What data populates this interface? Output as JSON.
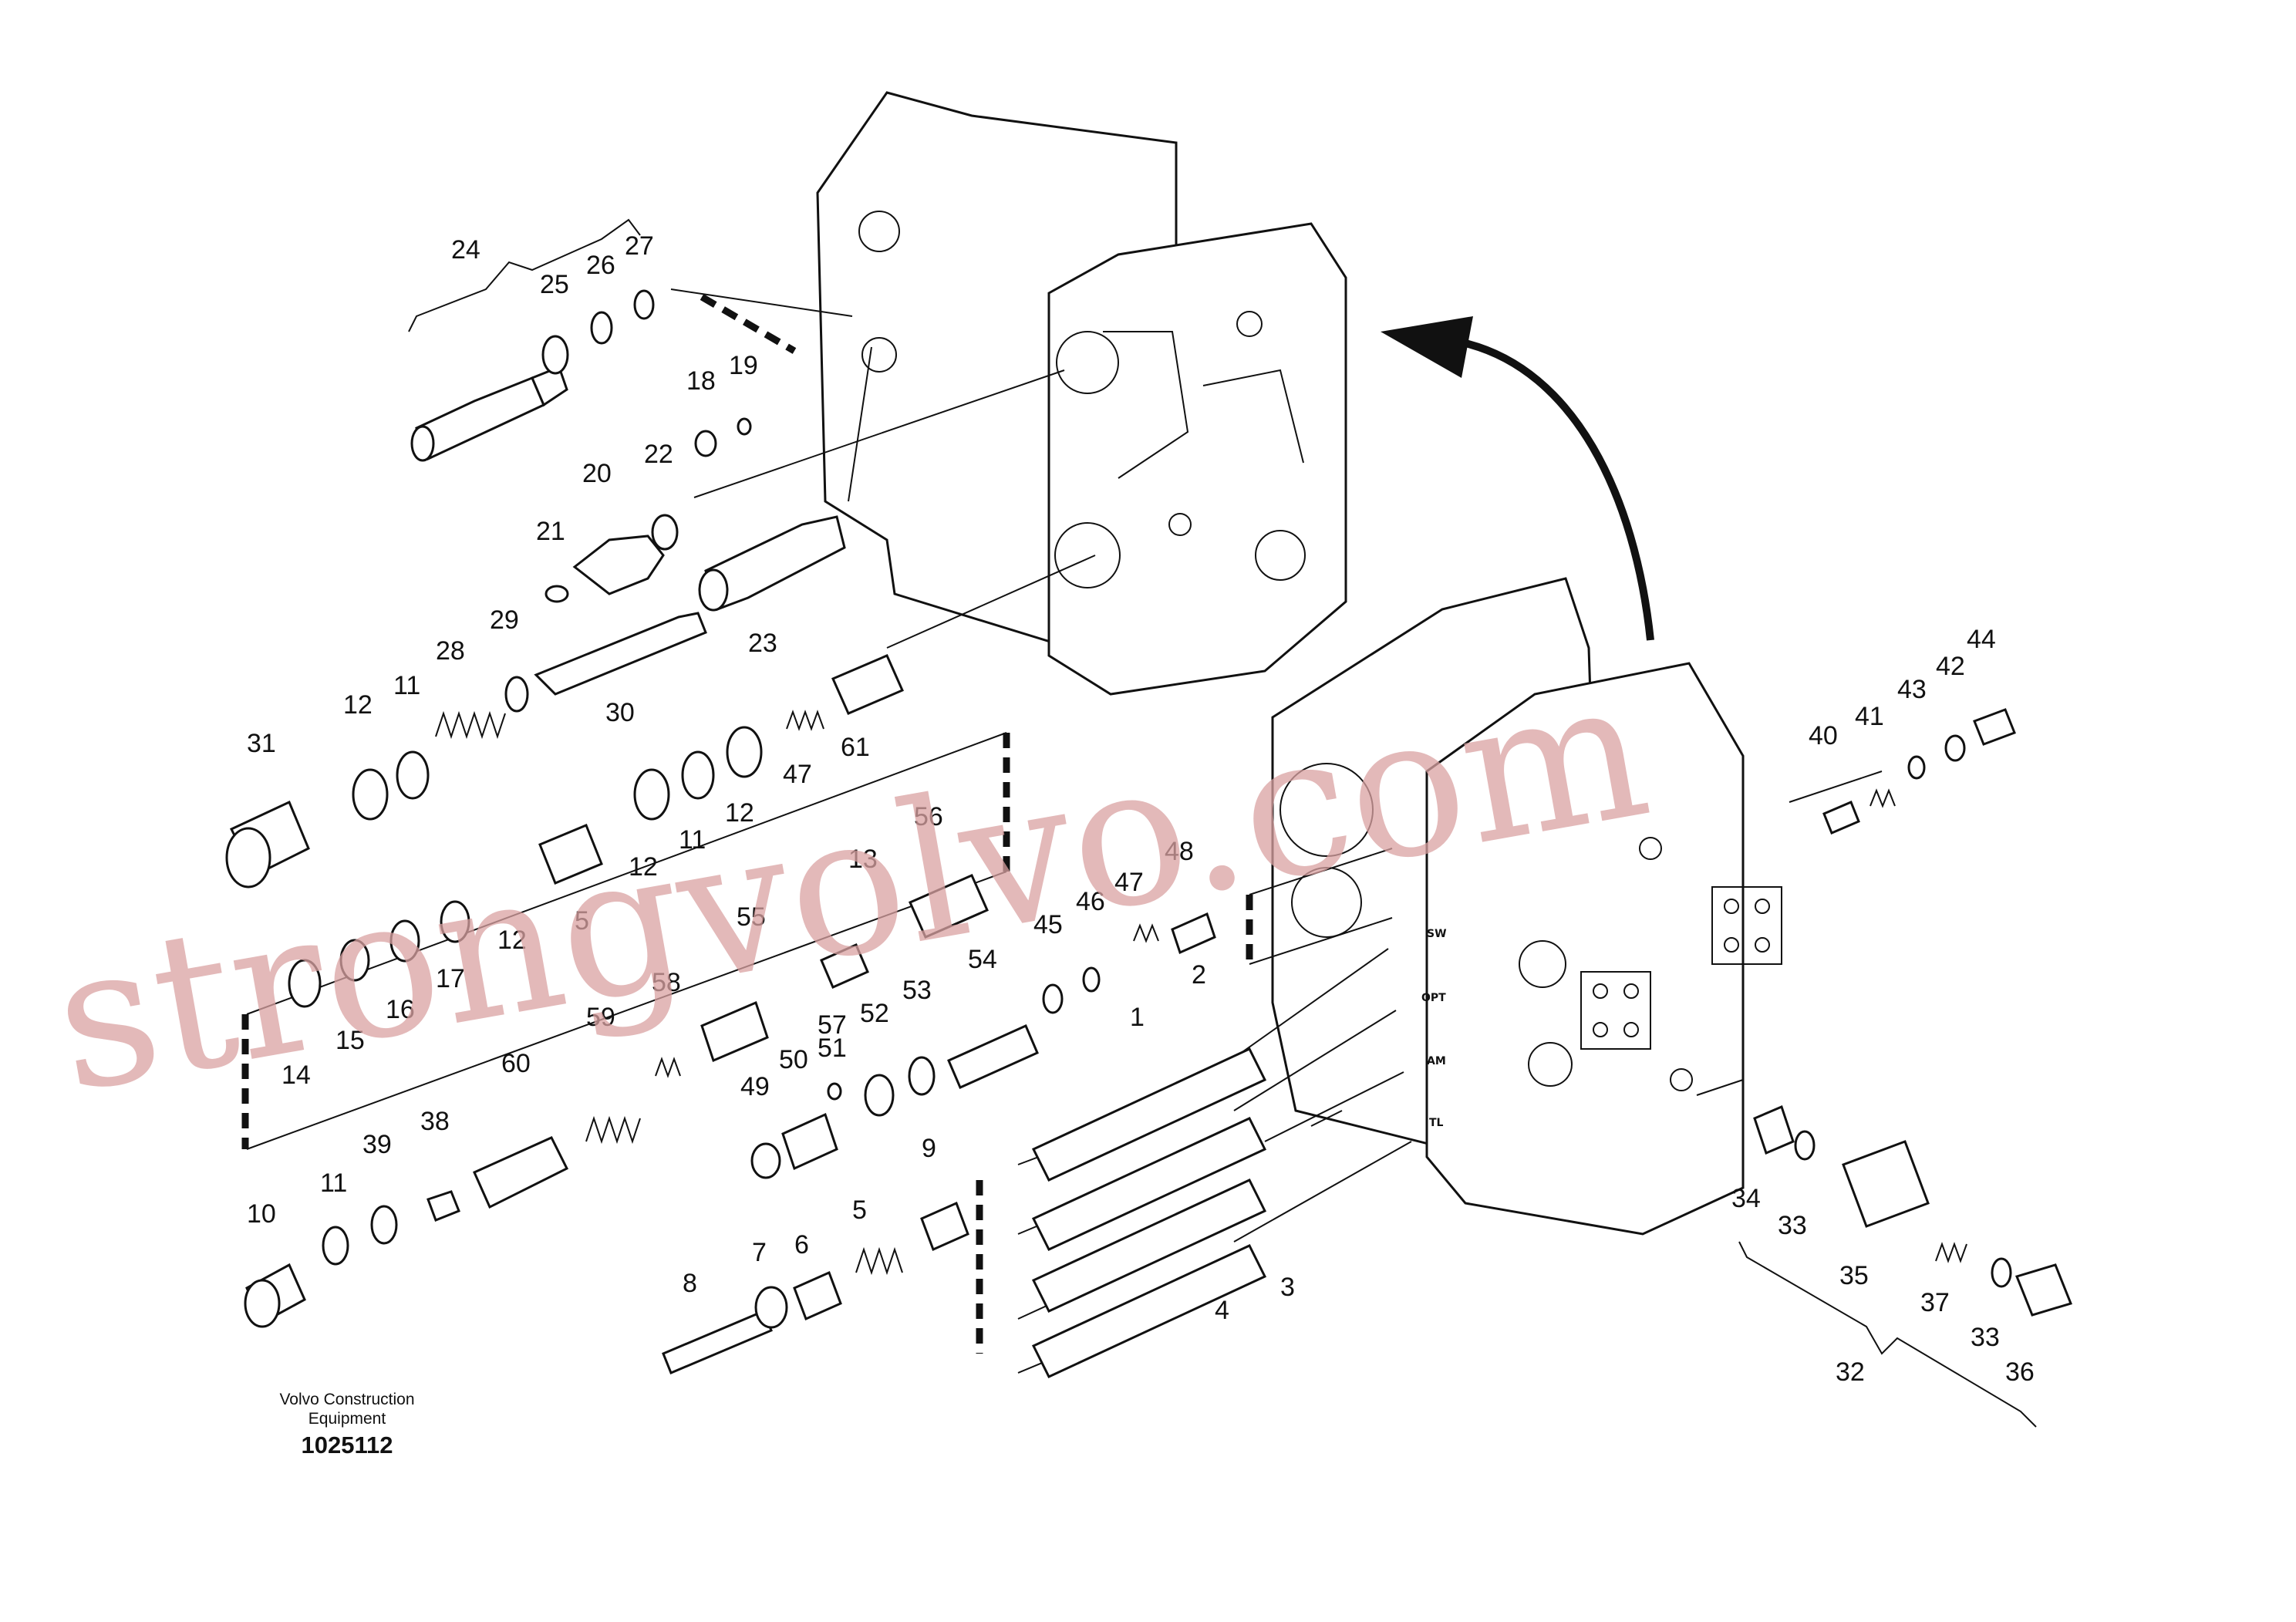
{
  "credit": {
    "company_line1": "Volvo Construction",
    "company_line2": "Equipment",
    "drawing_number": "1025112"
  },
  "watermark": "strongvolvo.com",
  "port_tags": [
    "SW",
    "OPT",
    "AM",
    "TL"
  ],
  "callouts": [
    "1",
    "2",
    "3",
    "4",
    "5",
    "6",
    "7",
    "8",
    "9",
    "10",
    "11",
    "12",
    "13",
    "14",
    "15",
    "16",
    "17",
    "18",
    "19",
    "20",
    "21",
    "22",
    "23",
    "24",
    "25",
    "26",
    "27",
    "28",
    "29",
    "30",
    "31",
    "32",
    "33",
    "34",
    "35",
    "36",
    "37",
    "38",
    "39",
    "40",
    "41",
    "42",
    "43",
    "44",
    "45",
    "46",
    "47",
    "48",
    "49",
    "50",
    "51",
    "52",
    "53",
    "54",
    "55",
    "56",
    "57",
    "58",
    "59",
    "60",
    "61"
  ],
  "colors": {
    "line": "#111111",
    "watermark": "#d9a1a1",
    "background": "#ffffff"
  }
}
